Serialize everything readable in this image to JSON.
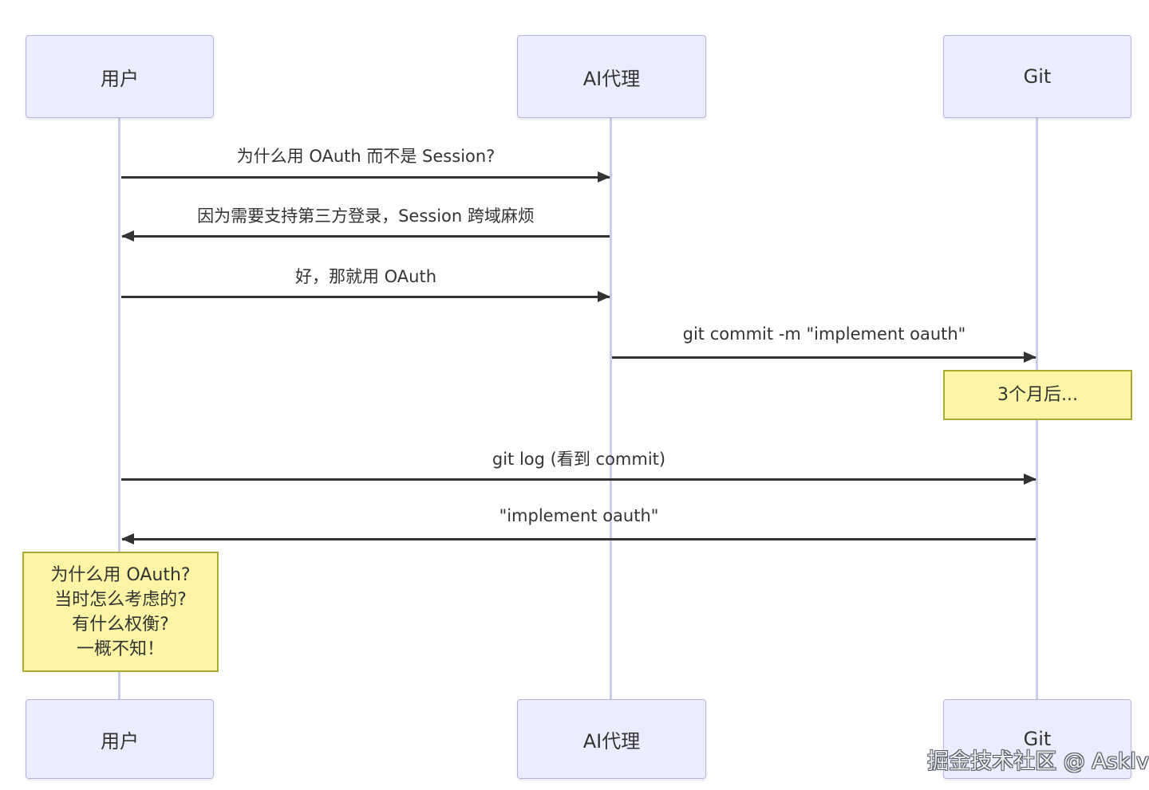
{
  "diagram": {
    "type": "sequence",
    "actors": [
      {
        "id": "user",
        "label": "用户"
      },
      {
        "id": "ai",
        "label": "AI代理"
      },
      {
        "id": "git",
        "label": "Git"
      }
    ],
    "messages": [
      {
        "from": "用户",
        "to": "AI代理",
        "direction": "right",
        "label": "为什么用 OAuth 而不是 Session?"
      },
      {
        "from": "AI代理",
        "to": "用户",
        "direction": "left",
        "label": "因为需要支持第三方登录，Session 跨域麻烦"
      },
      {
        "from": "用户",
        "to": "AI代理",
        "direction": "right",
        "label": "好，那就用 OAuth"
      },
      {
        "from": "AI代理",
        "to": "Git",
        "direction": "right",
        "label": "git commit -m \"implement oauth\""
      },
      {
        "from": "用户",
        "to": "Git",
        "direction": "right",
        "label": "git log (看到 commit)"
      },
      {
        "from": "Git",
        "to": "用户",
        "direction": "left",
        "label": "\"implement oauth\""
      }
    ],
    "notes": [
      {
        "over": "Git",
        "lines": [
          "3个月后..."
        ]
      },
      {
        "over": "用户",
        "lines": [
          "为什么用 OAuth?",
          "当时怎么考虑的?",
          "有什么权衡?",
          "一概不知！"
        ]
      }
    ],
    "colors": {
      "actor_fill": "#ECECFF",
      "actor_border": "#b6b6dd",
      "lifeline": "#ccccee",
      "arrow": "#333333",
      "note_fill": "#fcf5a5",
      "note_border": "#aaaa33",
      "text": "#333333"
    },
    "watermark": "掘金技术社区 @ Asklv"
  }
}
